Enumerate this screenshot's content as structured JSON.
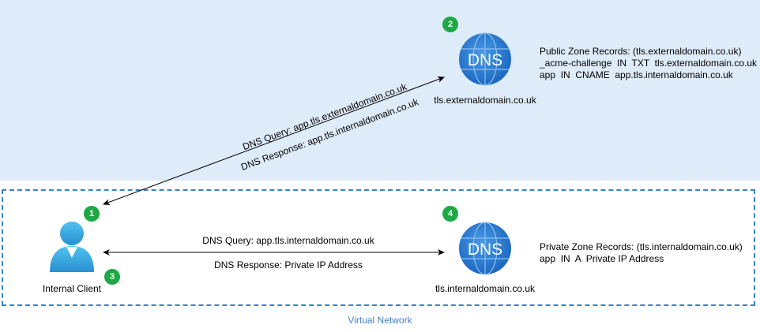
{
  "network": {
    "label": "Virtual Network"
  },
  "public_dns": {
    "icon_text": "DNS",
    "name": "tls.externaldomain.co.uk",
    "records": [
      "Public Zone Records: (tls.externaldomain.co.uk)",
      "_acme-challenge  IN  TXT  tls.externaldomain.co.uk",
      "app  IN  CNAME  app.tls.internaldomain.co.uk"
    ]
  },
  "private_dns": {
    "icon_text": "DNS",
    "name": "tls.internaldomain.co.uk",
    "records": [
      "Private Zone Records: (tls.internaldomain.co.uk)",
      "app  IN  A  Private IP Address"
    ]
  },
  "client": {
    "name": "Internal Client"
  },
  "external_flow": {
    "query": "DNS Query: app.tls.externaldomain.co.uk",
    "response": "DNS Response: app.tls.internaldomain.co.uk"
  },
  "internal_flow": {
    "query": "DNS Query: app.tls.internaldomain.co.uk",
    "response": "DNS Response: Private IP Address"
  },
  "steps": {
    "s1": "1",
    "s2": "2",
    "s3": "3",
    "s4": "4"
  },
  "colors": {
    "public_zone_bg": "#deebf8",
    "network_border": "#3e82c7",
    "badge": "#1fa845",
    "dns_icon": "#2a7bd1",
    "client_icon": "#3aa7e0"
  }
}
